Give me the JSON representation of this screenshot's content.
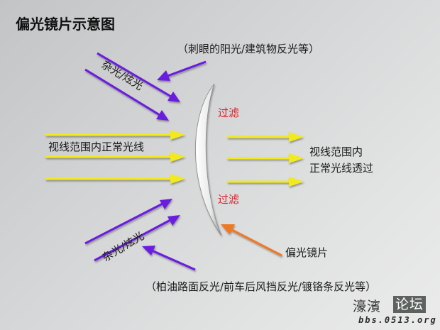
{
  "title": "偏光镜片示意图",
  "labels": {
    "glare_top_source": "（刺眼的阳光/建筑物反光等）",
    "glare_top": "杂光/炫光",
    "normal_light_in": "视线范围内正常光线",
    "filter_top": "过滤",
    "filter_bottom": "过滤",
    "normal_light_out_line1": "视线范围内",
    "normal_light_out_line2": "正常光线透过",
    "glare_bottom": "杂光/炫光",
    "lens": "偏光镜片",
    "glare_bottom_source": "（柏油路面反光/前车后风挡反光/镀铬条反光等）"
  },
  "watermark": {
    "text_left": "濠濱",
    "text_box": "论坛",
    "url": "bbs.0513.org"
  },
  "colors": {
    "glare_arrow": "#6a1fe0",
    "normal_arrow": "#f2ea1c",
    "lens_pointer_arrow": "#f07820",
    "filter_text": "#e0202a",
    "background": "#d4d5d6"
  }
}
